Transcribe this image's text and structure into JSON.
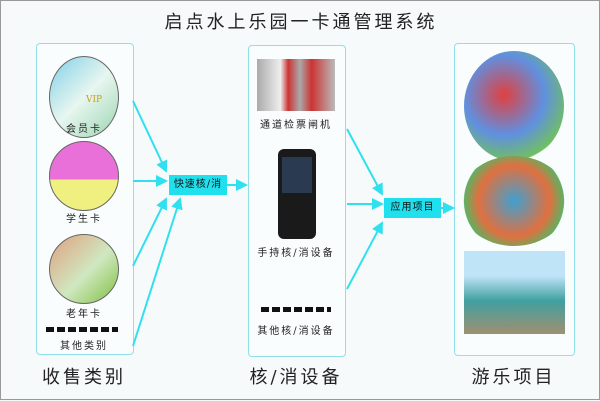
{
  "title": "启点水上乐园一卡通管理系统",
  "sales": {
    "heading": "收售类别",
    "items": [
      {
        "label": "会员卡"
      },
      {
        "label": "学生卡"
      },
      {
        "label": "老年卡"
      },
      {
        "label": "其他类别"
      }
    ],
    "card_vip": "VIP"
  },
  "devices": {
    "heading": "核/消设备",
    "items": [
      {
        "label": "通道检票闸机"
      },
      {
        "label": "手持核/消设备"
      },
      {
        "label": "其他核/消设备"
      }
    ]
  },
  "rides": {
    "heading": "游乐项目"
  },
  "quick": "快速核/消",
  "app": "应用项目",
  "colors": {
    "accent": "#1fe0ec",
    "border": "#8fe0e8"
  }
}
